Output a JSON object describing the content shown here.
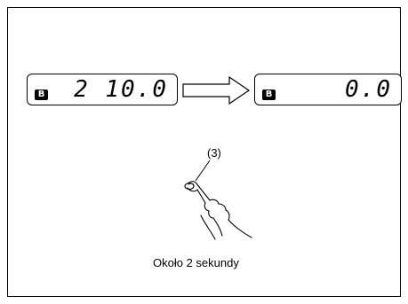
{
  "display_before": {
    "mode_badge": "B",
    "value": "2 10.0"
  },
  "display_after": {
    "mode_badge": "B",
    "value": "0.0"
  },
  "callout_label": "(3)",
  "caption": "Około 2 sekundy",
  "icons": {
    "arrow": "arrow-right-icon",
    "finger": "finger-press-icon"
  }
}
